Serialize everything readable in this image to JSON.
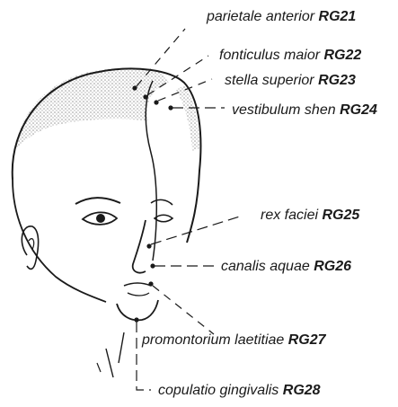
{
  "points": [
    {
      "name": "parietale anterior",
      "code": "RG21"
    },
    {
      "name": "fonticulus maior",
      "code": "RG22"
    },
    {
      "name": "stella superior",
      "code": "RG23"
    },
    {
      "name": "vestibulum shen",
      "code": "RG24"
    },
    {
      "name": "rex faciei",
      "code": "RG25"
    },
    {
      "name": "canalis aquae",
      "code": "RG26"
    },
    {
      "name": "promontorium laetitiae",
      "code": "RG27"
    },
    {
      "name": "copulatio gingivalis",
      "code": "RG28"
    }
  ],
  "colors": {
    "ink": "#1a1a1a",
    "shade": "#b8b8b8",
    "background": "#ffffff"
  }
}
